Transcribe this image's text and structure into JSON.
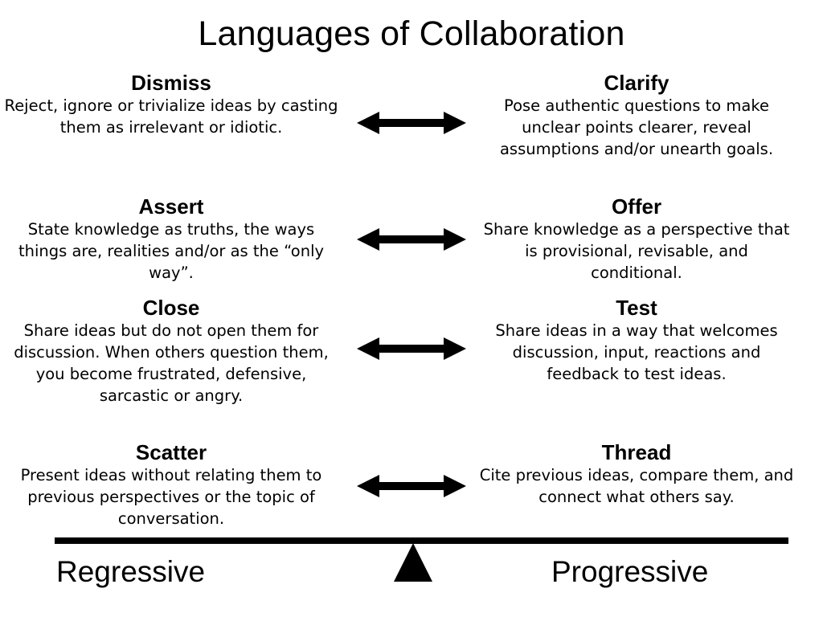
{
  "title": "Languages of Collaboration",
  "pairs": [
    {
      "left": {
        "term": "Dismiss",
        "description": "Reject, ignore or trivialize ideas by casting them as irrelevant or idiotic."
      },
      "right": {
        "term": "Clarify",
        "description": "Pose authentic questions to make unclear points clearer, reveal assumptions and/or unearth goals."
      }
    },
    {
      "left": {
        "term": "Assert",
        "description": "State knowledge as truths, the ways things are, realities and/or as the “only way”."
      },
      "right": {
        "term": "Offer",
        "description": "Share knowledge as a perspective that is provisional, revisable, and conditional."
      }
    },
    {
      "left": {
        "term": "Close",
        "description": "Share ideas but do not open them for discussion.  When others question them, you become frustrated, defensive, sarcastic or angry."
      },
      "right": {
        "term": "Test",
        "description": "Share ideas in a way that welcomes discussion, input, reactions and feedback to test ideas."
      }
    },
    {
      "left": {
        "term": "Scatter",
        "description": "Present ideas without relating them to previous perspectives or the topic of conversation."
      },
      "right": {
        "term": "Thread",
        "description": "Cite previous ideas, compare them, and connect what others say."
      }
    }
  ],
  "scale": {
    "left_label": "Regressive",
    "right_label": "Progressive"
  },
  "icons": {
    "arrow": "double-headed-arrow-icon",
    "fulcrum": "triangle-fulcrum-icon"
  }
}
